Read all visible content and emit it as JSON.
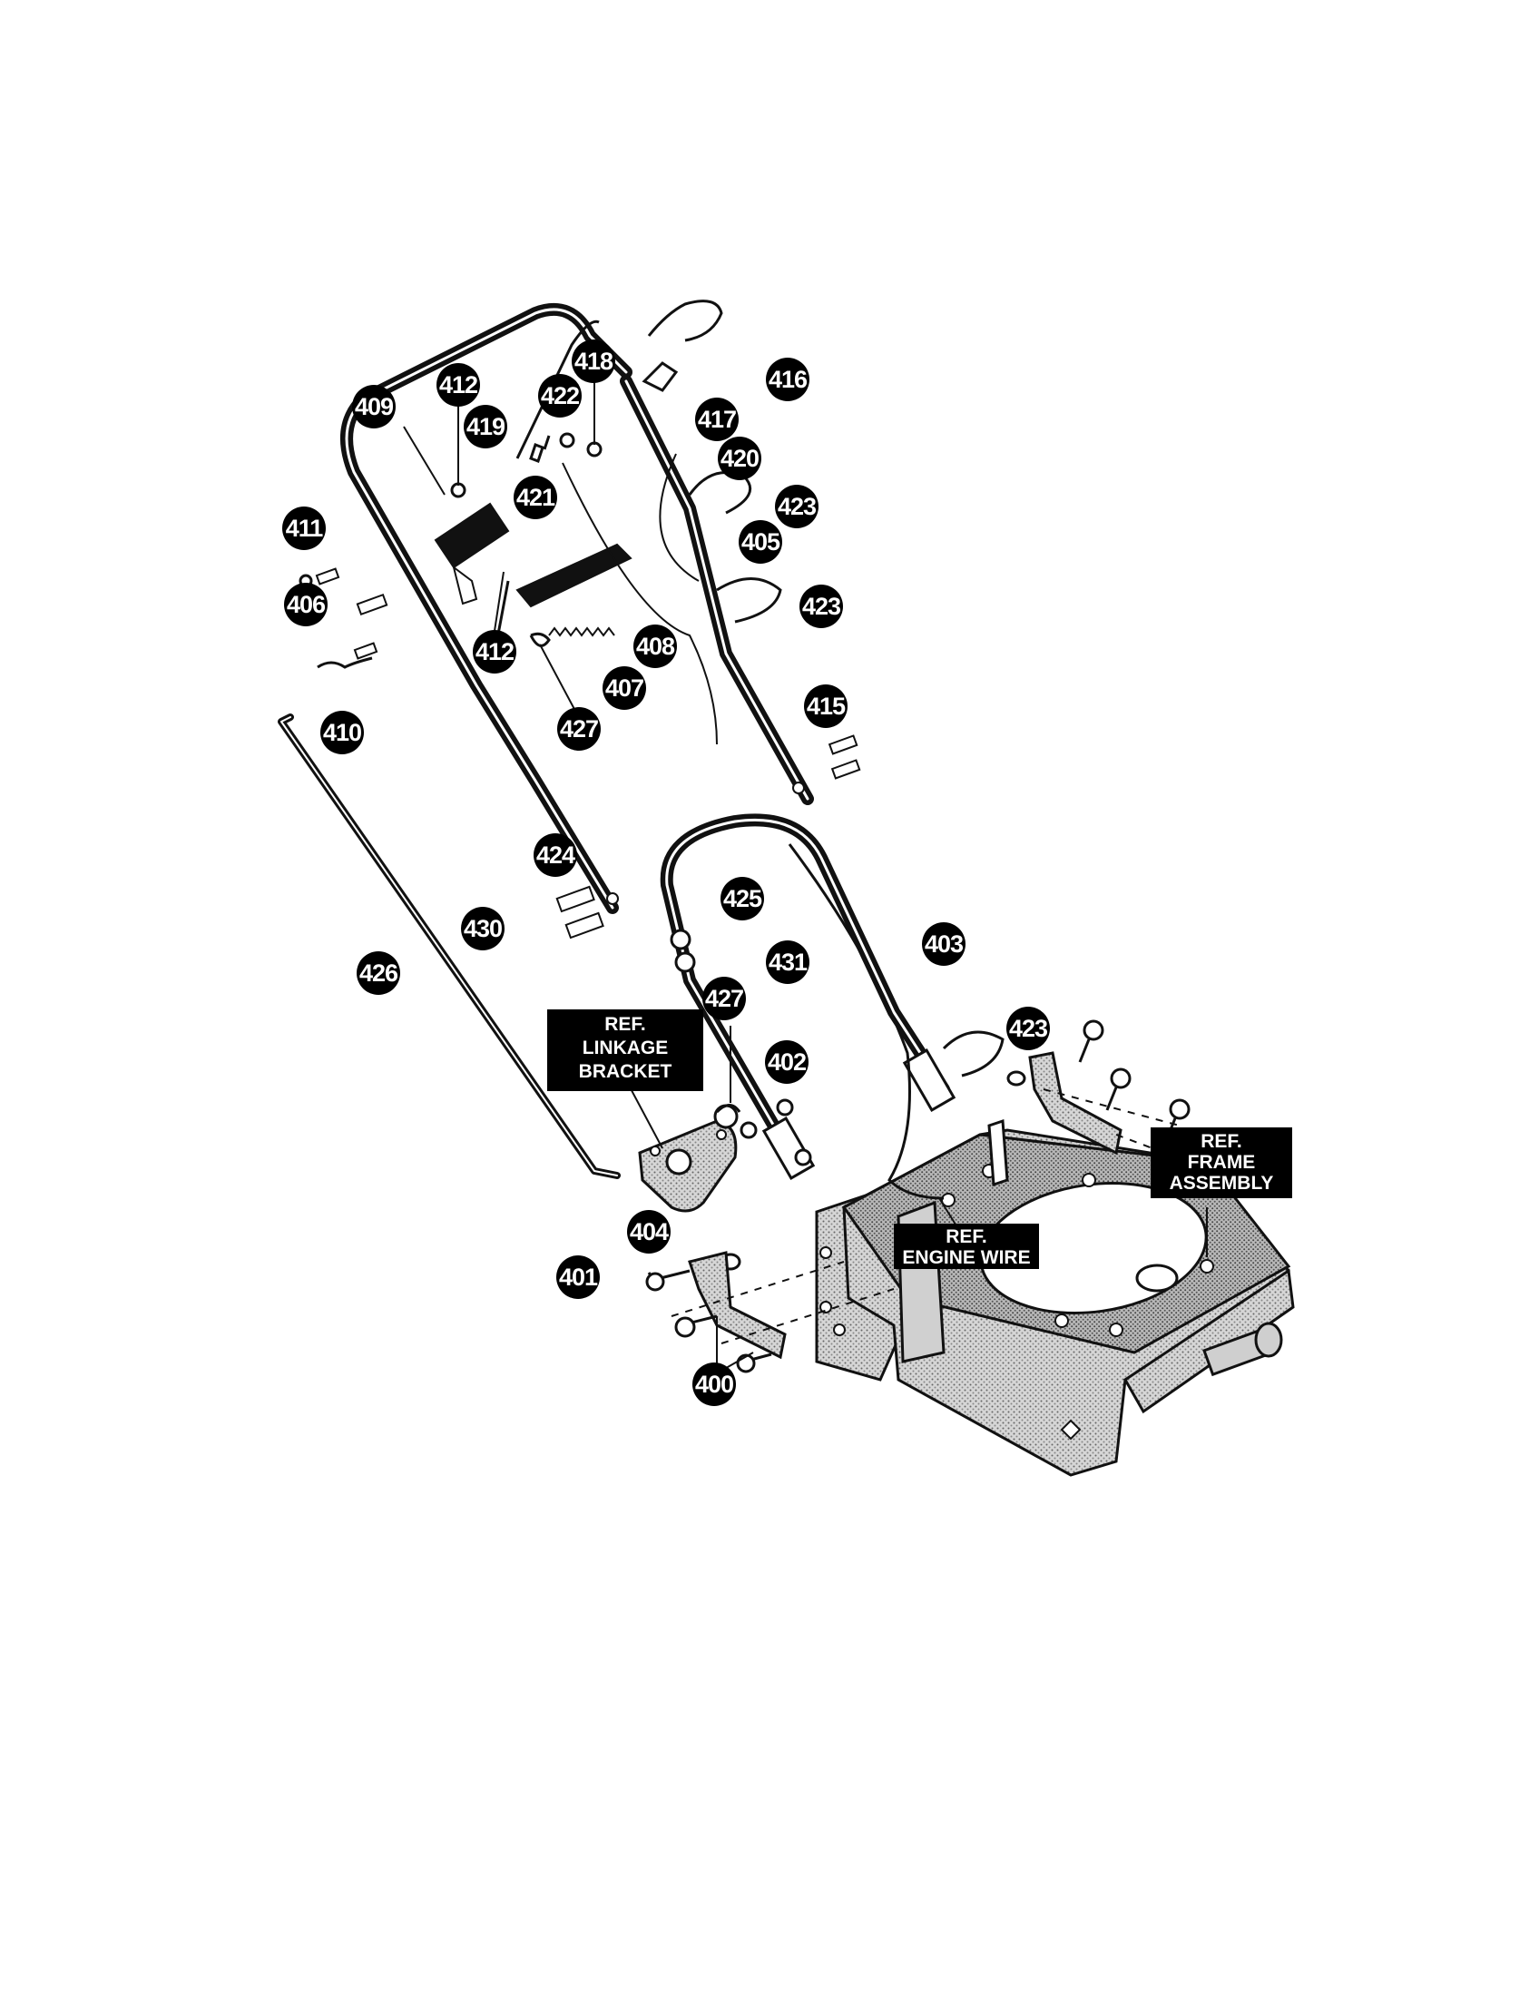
{
  "callouts": [
    {
      "id": "c409",
      "label": "409"
    },
    {
      "id": "c412a",
      "label": "412"
    },
    {
      "id": "c418",
      "label": "418"
    },
    {
      "id": "c416",
      "label": "416"
    },
    {
      "id": "c419",
      "label": "419"
    },
    {
      "id": "c422",
      "label": "422"
    },
    {
      "id": "c417",
      "label": "417"
    },
    {
      "id": "c420",
      "label": "420"
    },
    {
      "id": "c421",
      "label": "421"
    },
    {
      "id": "c423a",
      "label": "423"
    },
    {
      "id": "c411",
      "label": "411"
    },
    {
      "id": "c405",
      "label": "405"
    },
    {
      "id": "c406",
      "label": "406"
    },
    {
      "id": "c423b",
      "label": "423"
    },
    {
      "id": "c412b",
      "label": "412"
    },
    {
      "id": "c408",
      "label": "408"
    },
    {
      "id": "c407",
      "label": "407"
    },
    {
      "id": "c427a",
      "label": "427"
    },
    {
      "id": "c410",
      "label": "410"
    },
    {
      "id": "c415",
      "label": "415"
    },
    {
      "id": "c424",
      "label": "424"
    },
    {
      "id": "c425",
      "label": "425"
    },
    {
      "id": "c430",
      "label": "430"
    },
    {
      "id": "c403",
      "label": "403"
    },
    {
      "id": "c426",
      "label": "426"
    },
    {
      "id": "c431",
      "label": "431"
    },
    {
      "id": "c427b",
      "label": "427"
    },
    {
      "id": "c423c",
      "label": "423"
    },
    {
      "id": "c402",
      "label": "402"
    },
    {
      "id": "c404",
      "label": "404"
    },
    {
      "id": "c401",
      "label": "401"
    },
    {
      "id": "c400",
      "label": "400"
    }
  ],
  "ref_labels": {
    "linkage_bracket": [
      "REF.",
      "LINKAGE",
      "BRACKET"
    ],
    "frame_assembly": [
      "REF.",
      "FRAME",
      "ASSEMBLY"
    ],
    "engine_wire": [
      "REF.",
      "ENGINE WIRE"
    ]
  }
}
